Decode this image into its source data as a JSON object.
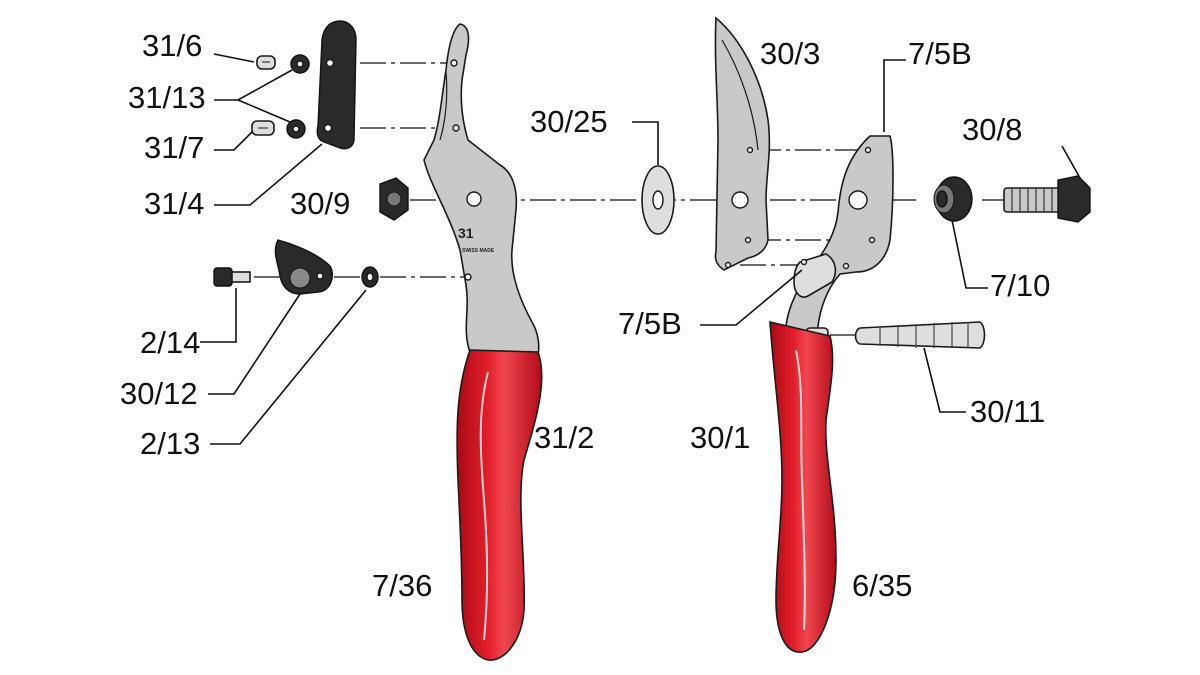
{
  "brand_stamp": {
    "model": "31",
    "origin": "SWISS MADE"
  },
  "callouts": {
    "screw_top": "31/6",
    "washers": "31/13",
    "screw_lower": "31/7",
    "anvil": "31/4",
    "nut": "30/9",
    "screw_latch": "2/14",
    "latch": "30/12",
    "latch_washer": "2/13",
    "left_handle": "31/2",
    "left_grip": "7/36",
    "washer_center": "30/25",
    "blade": "30/3",
    "pin_top": "7/5B",
    "bolt": "30/8",
    "bushing": "7/10",
    "pin_lower": "7/5B",
    "spring": "30/11",
    "right_handle": "30/1",
    "right_grip": "6/35"
  },
  "colors": {
    "grip_red": "#d0101e",
    "metal": "#c9c9c9",
    "dark_part": "#2a2a2a",
    "ink": "#111111"
  }
}
